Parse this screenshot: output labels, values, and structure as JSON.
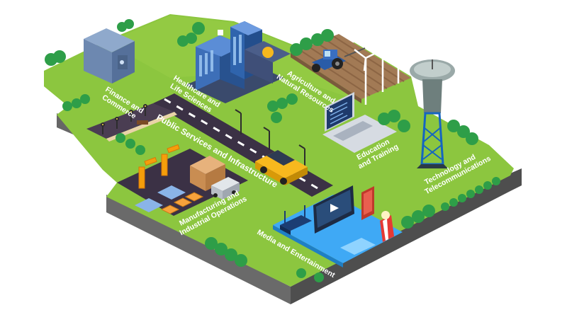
{
  "sectors": {
    "finance": {
      "line1": "Finance and",
      "line2": "Commerce"
    },
    "healthcare": {
      "line1": "Healthcare and",
      "line2": "Life Sciences"
    },
    "agriculture": {
      "line1": "Agriculture and",
      "line2": "Natural Resources"
    },
    "public_services": {
      "line1": "Public Services and Infrastructure"
    },
    "education": {
      "line1": "Education",
      "line2": "and Training"
    },
    "technology": {
      "line1": "Technology and",
      "line2": "Telecommunications"
    },
    "manufacturing": {
      "line1": "Manufacturing and",
      "line2": "Industrial Operations"
    },
    "media": {
      "line1": "Media and Entertainment"
    }
  },
  "icons": {
    "finance": "safe-icon",
    "healthcare": "hospital-icon",
    "agriculture": "tractor-icon",
    "public_services": "road-icon",
    "education": "laptop-icon",
    "technology": "antenna-tower-icon",
    "manufacturing": "robot-arm-icon",
    "media": "television-icon"
  },
  "colors": {
    "grass": "#8cc63f",
    "side_dark": "#5a5a5a",
    "side_mid": "#7b7b7b",
    "road": "#3b3145",
    "tree": "#2e9e48",
    "accent_blue": "#2a5ca8",
    "accent_yellow": "#f7b81e"
  }
}
